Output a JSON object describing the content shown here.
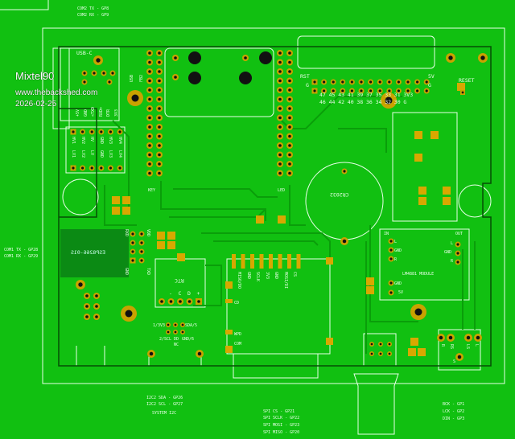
{
  "watermark": {
    "author": "Mixtel90",
    "site": "www.thebackshed.com",
    "date": "2026-02-25"
  },
  "notes": {
    "com2": [
      "COM2 TX - GP8",
      "COM2 RX - GP9"
    ],
    "com1": [
      "COM1 TX - GP28",
      "COM1 RX - GP29"
    ],
    "i2c": [
      "I2C2 SDA - GP26",
      "I2C2 SCL - GP27",
      "SYSTEM I2C"
    ],
    "spi": [
      "SPI CS - GP21",
      "SPI SCLK - GP22",
      "SPI MOSI - GP23",
      "SPI MISO - GP20"
    ],
    "i2s": [
      "BCK - GP1",
      "LCK - GP2",
      "DIN - GP3"
    ]
  },
  "usb": {
    "title": "USB-C",
    "pins": [
      "+5V",
      "GND",
      "<TXD",
      "RXD>",
      "DTR",
      "3V3"
    ],
    "parts": [
      "USB",
      "FB2"
    ]
  },
  "level_shifter": {
    "hv": [
      "HV1",
      "HV2",
      "HV",
      "GND",
      "HV3",
      "HV4"
    ],
    "lv": [
      "LV1",
      "LV2",
      "LV",
      "GND",
      "LV3",
      "LV4"
    ]
  },
  "headers": {
    "key": "KEY",
    "led": "LED"
  },
  "gpio": {
    "rst": "RST",
    "g": "G",
    "v5": "5V",
    "top_row": [
      "47",
      "45",
      "43",
      "41",
      "39",
      "37",
      "35",
      "33",
      "31",
      "3V3"
    ],
    "bottom_row": [
      "46",
      "44",
      "42",
      "40",
      "38",
      "36",
      "34",
      "32",
      "30",
      "G"
    ]
  },
  "reset": "RESET",
  "battery": "CR2032",
  "esp": {
    "title": "ESP8266-01S",
    "pins": [
      "GND",
      "RXD",
      "TXD",
      "VDD"
    ]
  },
  "rtc": {
    "title": "RTC",
    "pins": [
      "-",
      "C",
      "D",
      "+"
    ]
  },
  "i2c_conn": {
    "labels": [
      "1/3V3",
      "SDA/5",
      "2/SCL",
      "DD",
      "GND/6",
      "NC"
    ]
  },
  "sd": {
    "pins": [
      "MISO/DO",
      "GND",
      "SCLK",
      "3V3",
      "GND",
      "MOSI/DI",
      "CS"
    ],
    "cd": "CD",
    "wpd": "WPD",
    "com": "COM"
  },
  "amp": {
    "title": "LM4881 MODULE",
    "in": "IN",
    "out": "OUT",
    "in_pins": [
      "L",
      "GND",
      "R"
    ],
    "out_pins": [
      "L",
      "GND",
      "R"
    ],
    "power": [
      "GND",
      "5V"
    ]
  },
  "jack": {
    "pins": [
      "R",
      "RS",
      "LS",
      "L"
    ],
    "sleeve": "S"
  },
  "colors": {
    "board": "#11c011",
    "trace": "#0a9e0a",
    "pad": "#c9a200",
    "silk": "#e8ffe8",
    "outline": "#064d06"
  }
}
